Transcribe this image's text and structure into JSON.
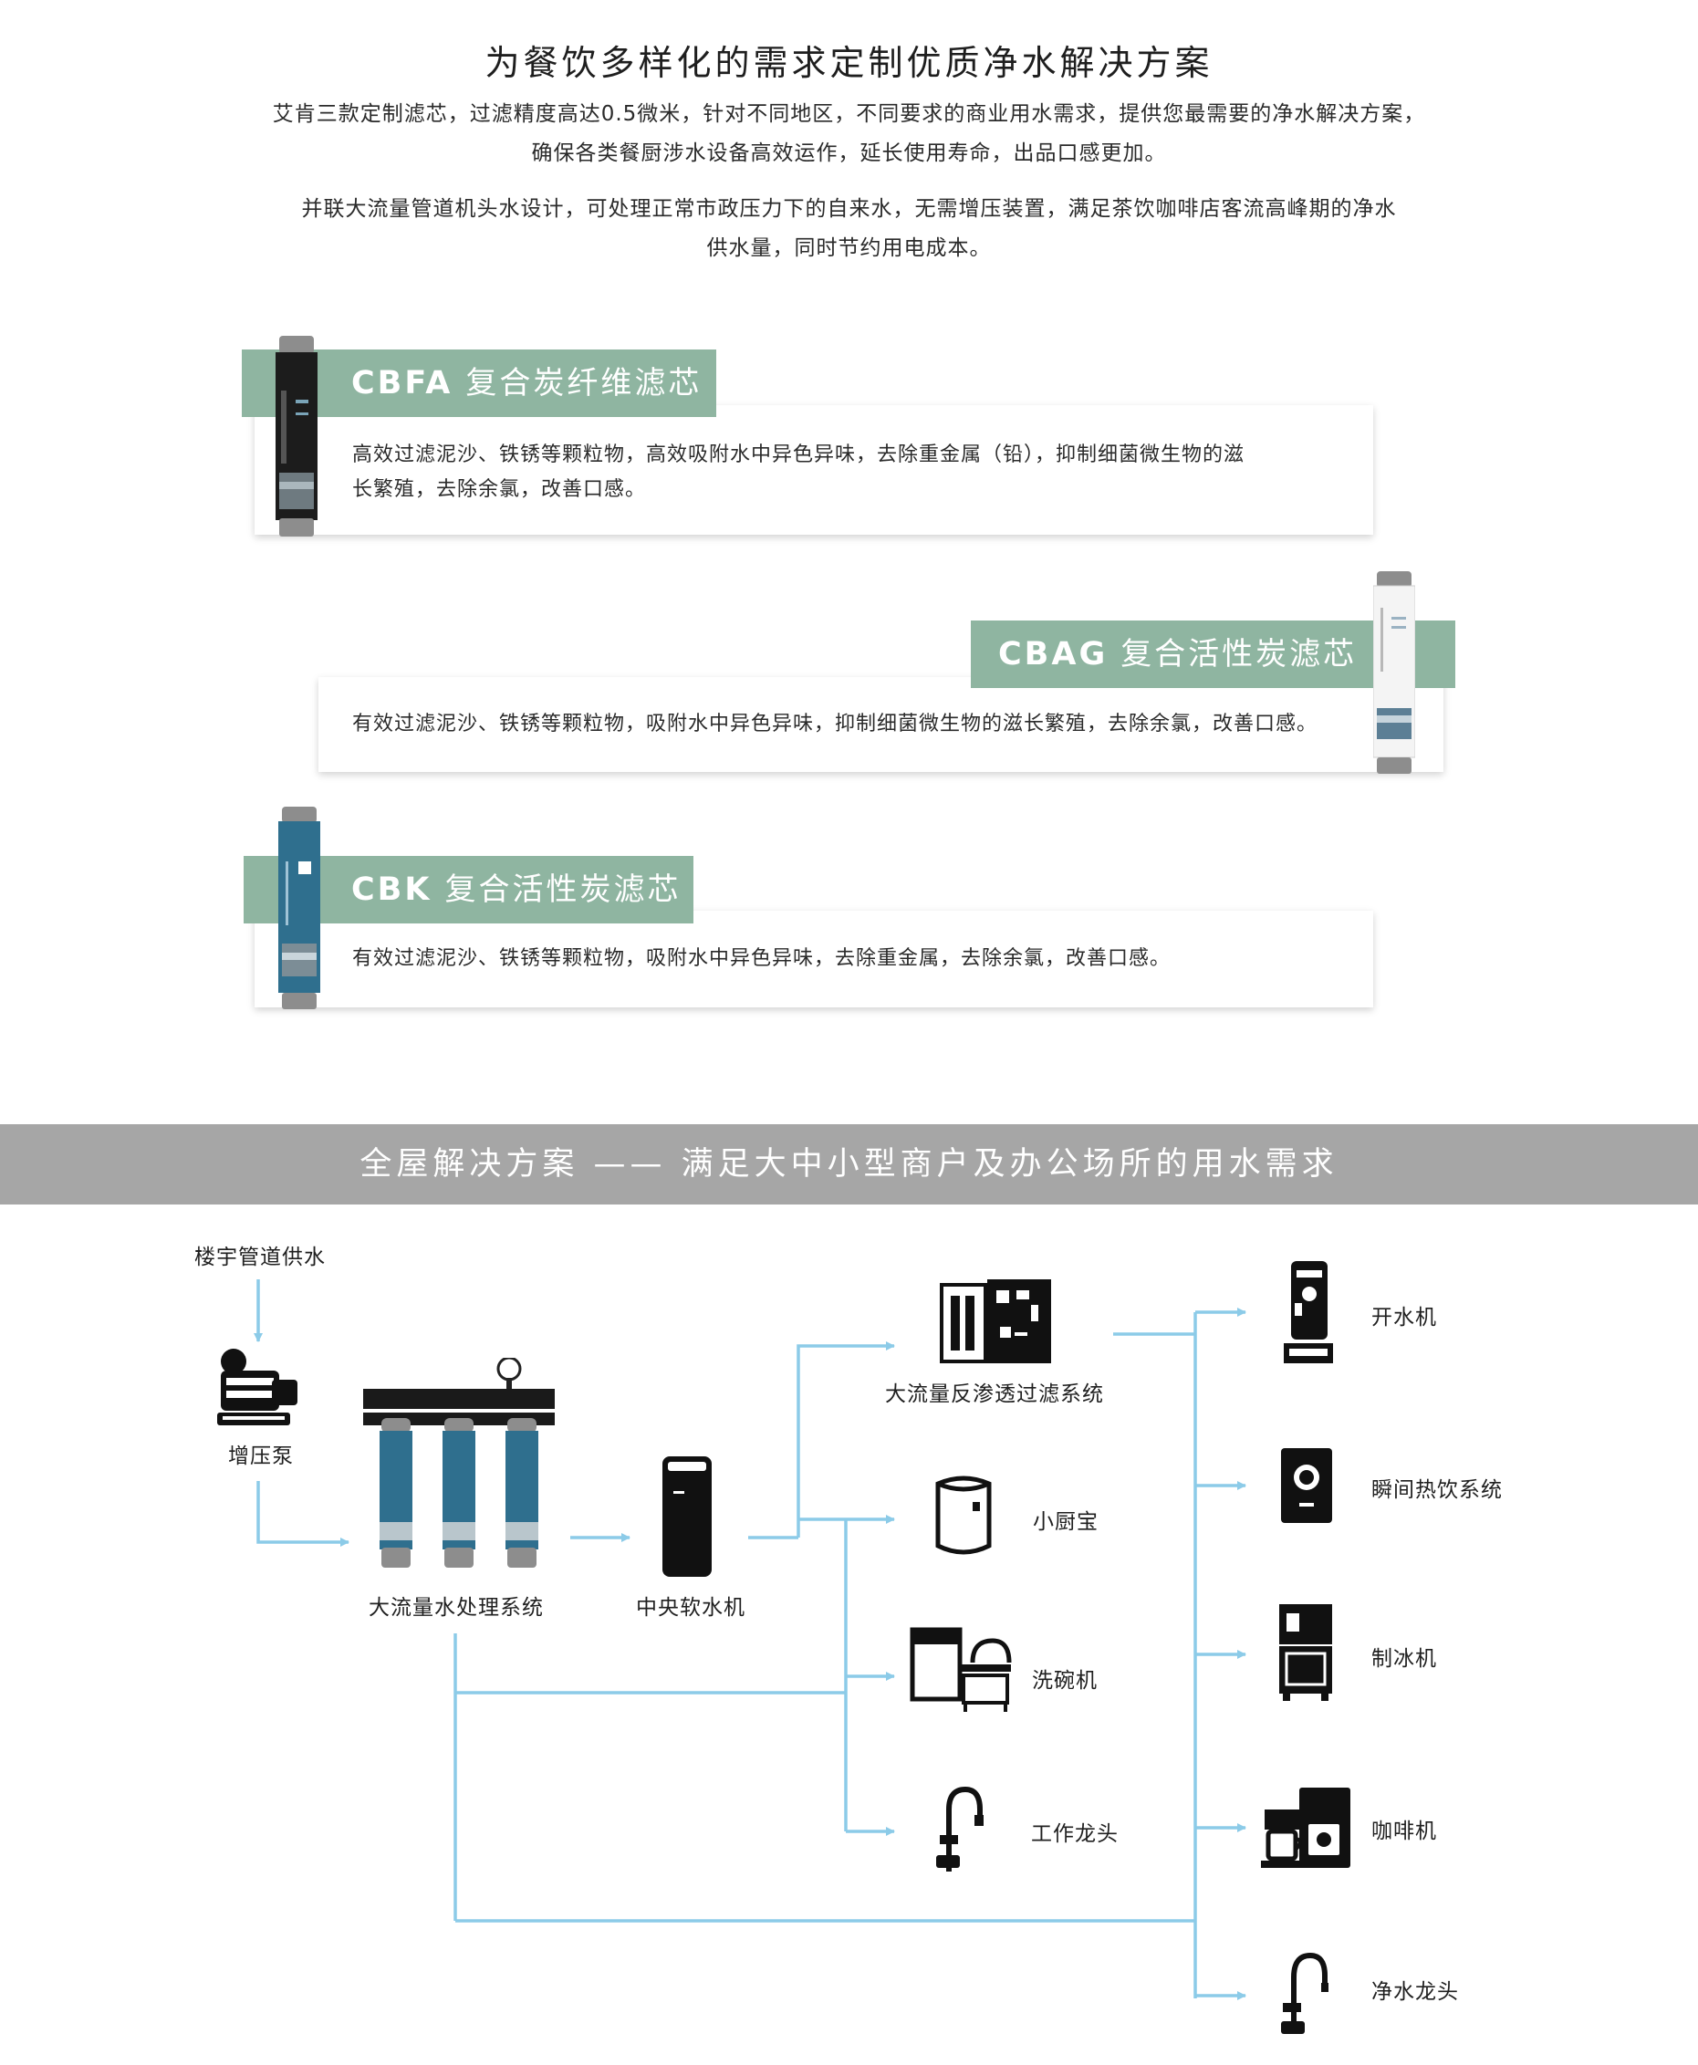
{
  "header": {
    "title": "为餐饮多样化的需求定制优质净水解决方案",
    "intro_line1": "艾肯三款定制滤芯，过滤精度高达0.5微米，针对不同地区，不同要求的商业用水需求，提供您最需要的净水解决方案，",
    "intro_line2": "确保各类餐厨涉水设备高效运作，延长使用寿命，出品口感更加。",
    "intro_line3": "并联大流量管道机头水设计，可处理正常市政压力下的自来水，无需增压装置，满足茶饮咖啡店客流高峰期的净水",
    "intro_line4": "供水量，同时节约用电成本。"
  },
  "filters": [
    {
      "code": "CBFA",
      "name": "复合炭纤维滤芯",
      "desc_line1": "高效过滤泥沙、铁锈等颗粒物，高效吸附水中异色异味，去除重金属（铅），抑制细菌微生物的滋",
      "desc_line2": "长繁殖，去除余氯，改善口感。",
      "body_color": "#1c1c1c"
    },
    {
      "code": "CBAG",
      "name": "复合活性炭滤芯",
      "desc_line1": "有效过滤泥沙、铁锈等颗粒物，吸附水中异色异味，抑制细菌微生物的滋长繁殖，去除余氯，改善口感。",
      "body_color": "#f4f4f4"
    },
    {
      "code": "CBK",
      "name": "复合活性炭滤芯",
      "desc_line1": "有效过滤泥沙、铁锈等颗粒物，吸附水中异色异味，去除重金属，去除余氯，改善口感。",
      "body_color": "#2f6f8e"
    }
  ],
  "banner": {
    "title": "全屋解决方案 —— 满足大中小型商户及办公场所的用水需求"
  },
  "flow": {
    "source": "楼宇管道供水",
    "pump": "增压泵",
    "big_filter": "大流量水处理系统",
    "softener": "中央软水机",
    "ro": "大流量反渗透过滤系统",
    "kitchen": "小厨宝",
    "dishwasher": "洗碗机",
    "faucet": "工作龙头",
    "boiler": "开水机",
    "instant_hot": "瞬间热饮系统",
    "ice_maker": "制冰机",
    "coffee": "咖啡机",
    "pure_faucet": "净水龙头"
  },
  "colors": {
    "accent": "#8fb5a1",
    "banner": "#a6a6a6",
    "line": "#8ccbe8"
  }
}
